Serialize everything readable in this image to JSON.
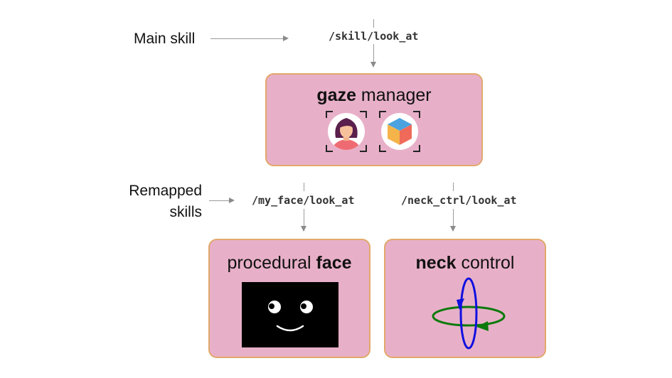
{
  "labels": {
    "main_skill": "Main skill",
    "remapped_line1": "Remapped",
    "remapped_line2": "skills"
  },
  "topics": {
    "main": "/skill/look_at",
    "face": "/my_face/look_at",
    "neck": "/neck_ctrl/look_at"
  },
  "nodes": {
    "gaze": {
      "bold": "gaze",
      "rest": " manager"
    },
    "face": {
      "rest": "procedural ",
      "bold": "face"
    },
    "neck": {
      "bold": "neck",
      "rest": " control"
    }
  },
  "icons": {
    "gaze": [
      "person-target-icon",
      "cube-target-icon"
    ],
    "face": [
      "robot-face-screen-icon"
    ],
    "neck": [
      "rotation-axes-icon"
    ]
  },
  "colors": {
    "node_fill": "#e8b0c8",
    "node_border": "#e2a86a",
    "rotation_blue": "#1010e0",
    "rotation_green": "#0b7a0b"
  }
}
